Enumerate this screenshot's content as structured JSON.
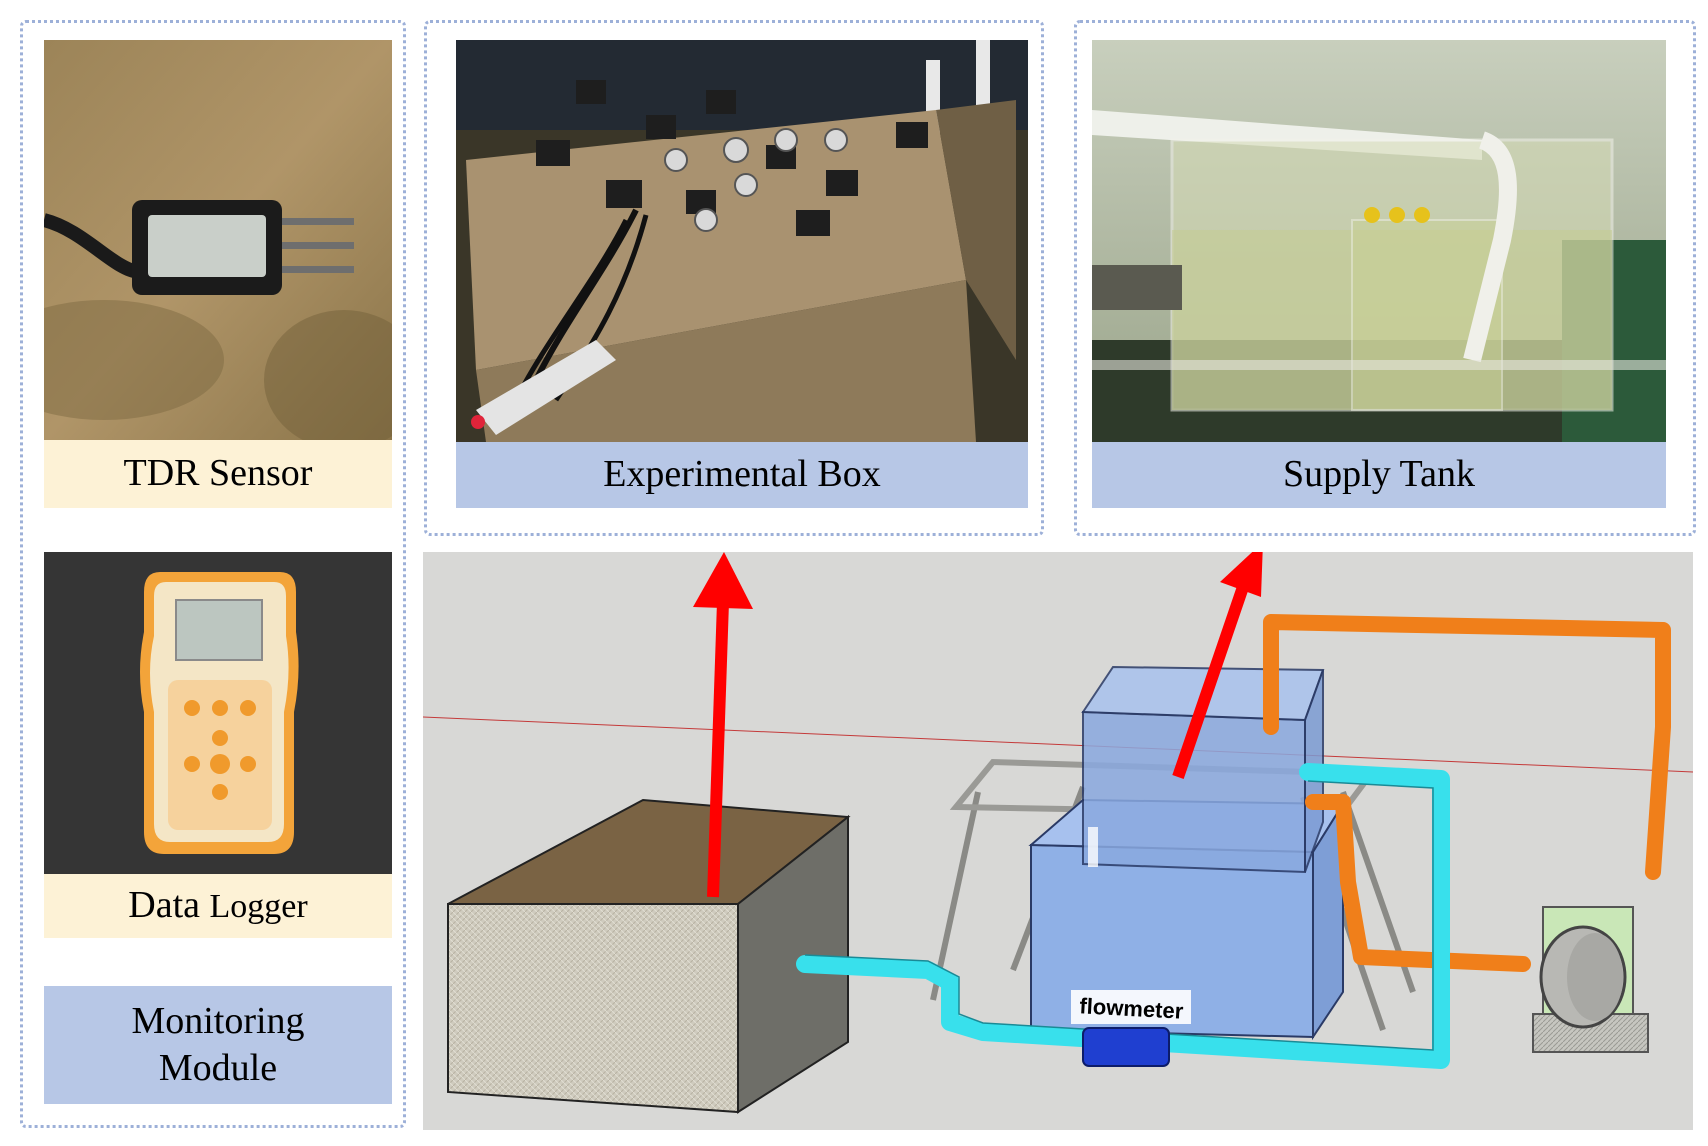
{
  "labels": {
    "tdr_sensor": "TDR Sensor",
    "data": "Data",
    "logger": "Logger",
    "monitoring_line1": "Monitoring",
    "monitoring_line2": "Module",
    "experimental_box": "Experimental Box",
    "supply_tank": "Supply Tank",
    "flowmeter": "flowmeter"
  },
  "colors": {
    "dashed_border": "#9db0d8",
    "label_cream": "#fdf2d6",
    "label_blue": "#b7c7e6",
    "scene_background": "#d8d8d6",
    "arrow_red": "#ff0000",
    "pipe_orange": "#f07f1a",
    "pipe_cyan": "#38e0ec",
    "flowmeter_blue": "#1f3fd0",
    "tank_blue": "#8fb0e6"
  }
}
